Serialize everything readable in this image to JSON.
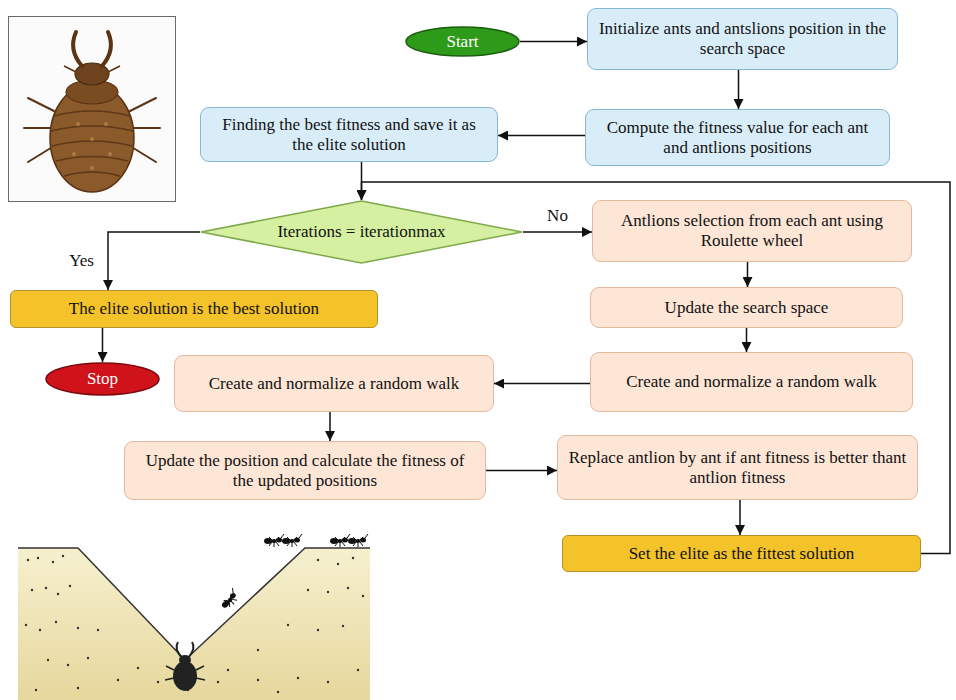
{
  "diagram": {
    "nodes": [
      {
        "text": [
          "Start"
        ]
      },
      {
        "text": [
          "Initialize ants and antslions position in the search space"
        ]
      },
      {
        "text": [
          "Finding the best fitness and save it as the elite solution"
        ]
      },
      {
        "text": [
          "Compute the fitness value for each ant and antlions positions"
        ]
      },
      {
        "text": [
          "Iterations = iterationmax"
        ]
      },
      {
        "text": [
          "Antlions selection from each ant using Roulette wheel"
        ]
      },
      {
        "text": [
          "The elite solution is the best solution"
        ]
      },
      {
        "text": [
          "Update the search space"
        ]
      },
      {
        "text": [
          "Stop"
        ]
      },
      {
        "text": [
          "Create and normalize a random walk"
        ]
      },
      {
        "text": [
          "Create and normalize a random walk"
        ]
      },
      {
        "text": [
          "Update the position and calculate the fitness of the updated positions"
        ]
      },
      {
        "text": [
          "Replace antlion by ant if ant fitness is better thant antlion fitness"
        ]
      },
      {
        "text": [
          "Set the elite as the fittest solution"
        ]
      }
    ],
    "edges": [
      {
        "from": 0,
        "to": 1,
        "arrow": "to"
      },
      {
        "from": 1,
        "to": 3,
        "arrow": "to"
      },
      {
        "from": 3,
        "to": 2,
        "arrow": "to"
      },
      {
        "from": 2,
        "to": 4,
        "arrow": "to"
      },
      {
        "from": 4,
        "to": 5,
        "label": "No",
        "arrow": "to"
      },
      {
        "from": 4,
        "to": 6,
        "label": "Yes",
        "arrow": "to"
      },
      {
        "from": 6,
        "to": 8,
        "arrow": "to"
      },
      {
        "from": 5,
        "to": 7,
        "arrow": "to"
      },
      {
        "from": 7,
        "to": 10,
        "arrow": "to"
      },
      {
        "from": 10,
        "to": 9,
        "arrow": "to"
      },
      {
        "from": 9,
        "to": 11,
        "arrow": "to"
      },
      {
        "from": 11,
        "to": 12,
        "arrow": "to"
      },
      {
        "from": 12,
        "to": 13,
        "arrow": "to"
      },
      {
        "from": 13,
        "to": 4,
        "arrow": "to"
      }
    ]
  }
}
